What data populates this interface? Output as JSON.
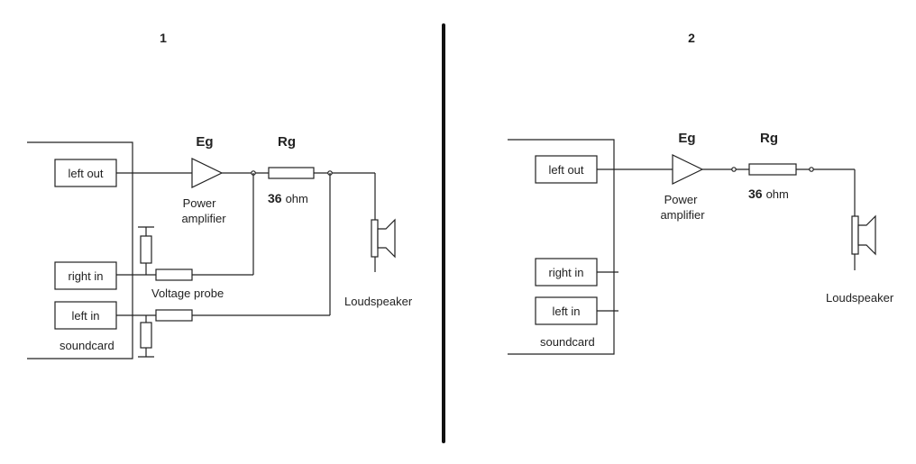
{
  "panels": [
    {
      "number": "1",
      "ports": {
        "left_out": "left out",
        "right_in": "right in",
        "left_in": "left in"
      },
      "soundcard": "soundcard",
      "amp_symbol": "Eg",
      "amp_label_1": "Power",
      "amp_label_2": "amplifier",
      "resistor_symbol": "Rg",
      "resistor_value": "36",
      "resistor_unit": "ohm",
      "probe_label": "Voltage probe",
      "speaker_label": "Loudspeaker"
    },
    {
      "number": "2",
      "ports": {
        "left_out": "left out",
        "right_in": "right in",
        "left_in": "left in"
      },
      "soundcard": "soundcard",
      "amp_symbol": "Eg",
      "amp_label_1": "Power",
      "amp_label_2": "amplifier",
      "resistor_symbol": "Rg",
      "resistor_value": "36",
      "resistor_unit": "ohm",
      "speaker_label": "Loudspeaker"
    }
  ]
}
